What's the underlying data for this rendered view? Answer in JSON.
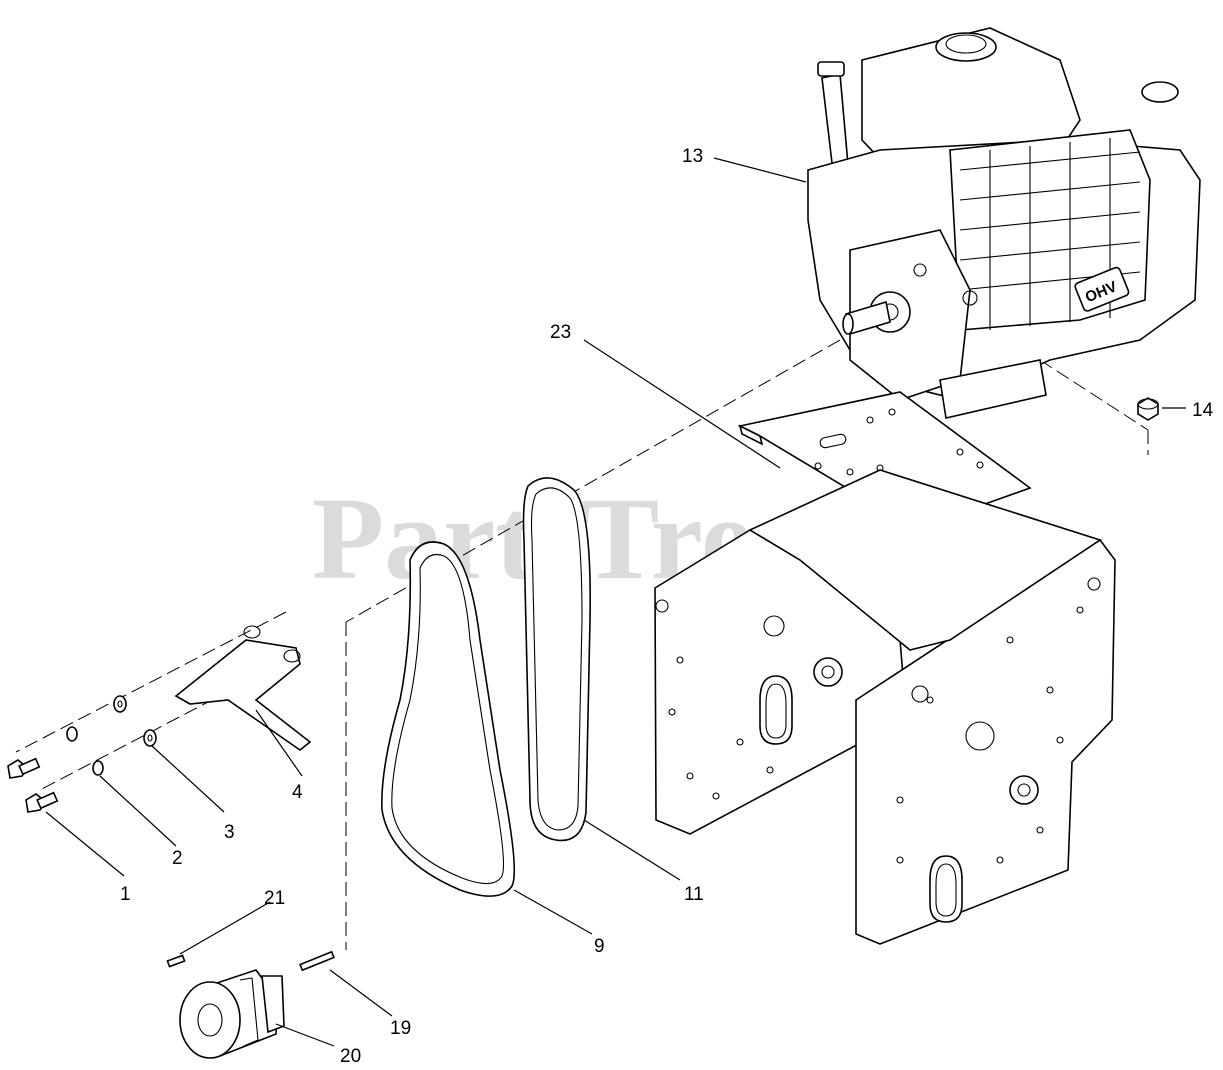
{
  "watermark": {
    "text": "PartsTree",
    "trademark": "™"
  },
  "callouts": {
    "c1": "1",
    "c2": "2",
    "c3": "3",
    "c4": "4",
    "c9": "9",
    "c11": "11",
    "c13": "13",
    "c14": "14",
    "c19": "19",
    "c20": "20",
    "c21": "21",
    "c23": "23"
  },
  "engine_decals": {
    "ohv": "OHV"
  }
}
